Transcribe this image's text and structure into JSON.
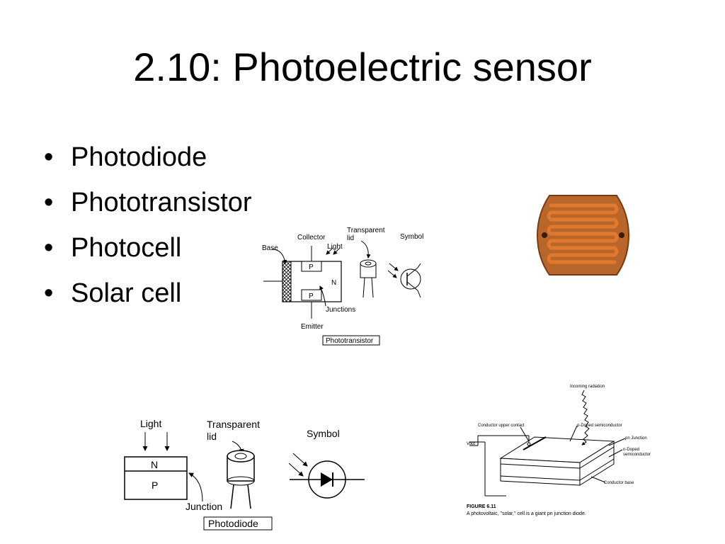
{
  "slide": {
    "title": "2.10: Photoelectric sensor",
    "bullets": [
      {
        "marker": "•",
        "text": "Photodiode"
      },
      {
        "marker": "•",
        "text": "Phototransistor"
      },
      {
        "marker": "•",
        "text": "Photocell"
      },
      {
        "marker": "•",
        "text": "Solar cell"
      }
    ]
  },
  "phototransistor_figure": {
    "base": "Base",
    "collector": "Collector",
    "transparent_lid_line1": "Transparent",
    "transparent_lid_line2": "lid",
    "light": "Light",
    "symbol": "Symbol",
    "p_top": "P",
    "n": "N",
    "p_bottom": "P",
    "junctions": "Junctions",
    "emitter": "Emitter",
    "caption": "Phototransistor"
  },
  "photodiode_figure": {
    "light": "Light",
    "transparent_line1": "Transparent",
    "transparent_line2": "lid",
    "symbol": "Symbol",
    "n": "N",
    "p": "P",
    "junction": "Junction",
    "caption": "Photodiode"
  },
  "solar_cell_figure": {
    "incoming_radiation": "Incoming radiation",
    "conductor_upper_contact": "Conductor upper contact",
    "p_doped": "p-Doped semiconductor",
    "pn_junction": "pn Junction",
    "n_doped_line1": "n-Doped",
    "n_doped_line2": "semiconductor",
    "vout": "Vout",
    "conductor_base": "Conductor base",
    "figure_label": "FIGURE 6.11",
    "figure_caption": "A photovoltaic, ''solar,'' cell is a giant pn junction diode."
  },
  "colors": {
    "photocell_disc": "#b8662a",
    "photocell_track": "#e0782e",
    "photocell_edge": "#7a3a14"
  }
}
